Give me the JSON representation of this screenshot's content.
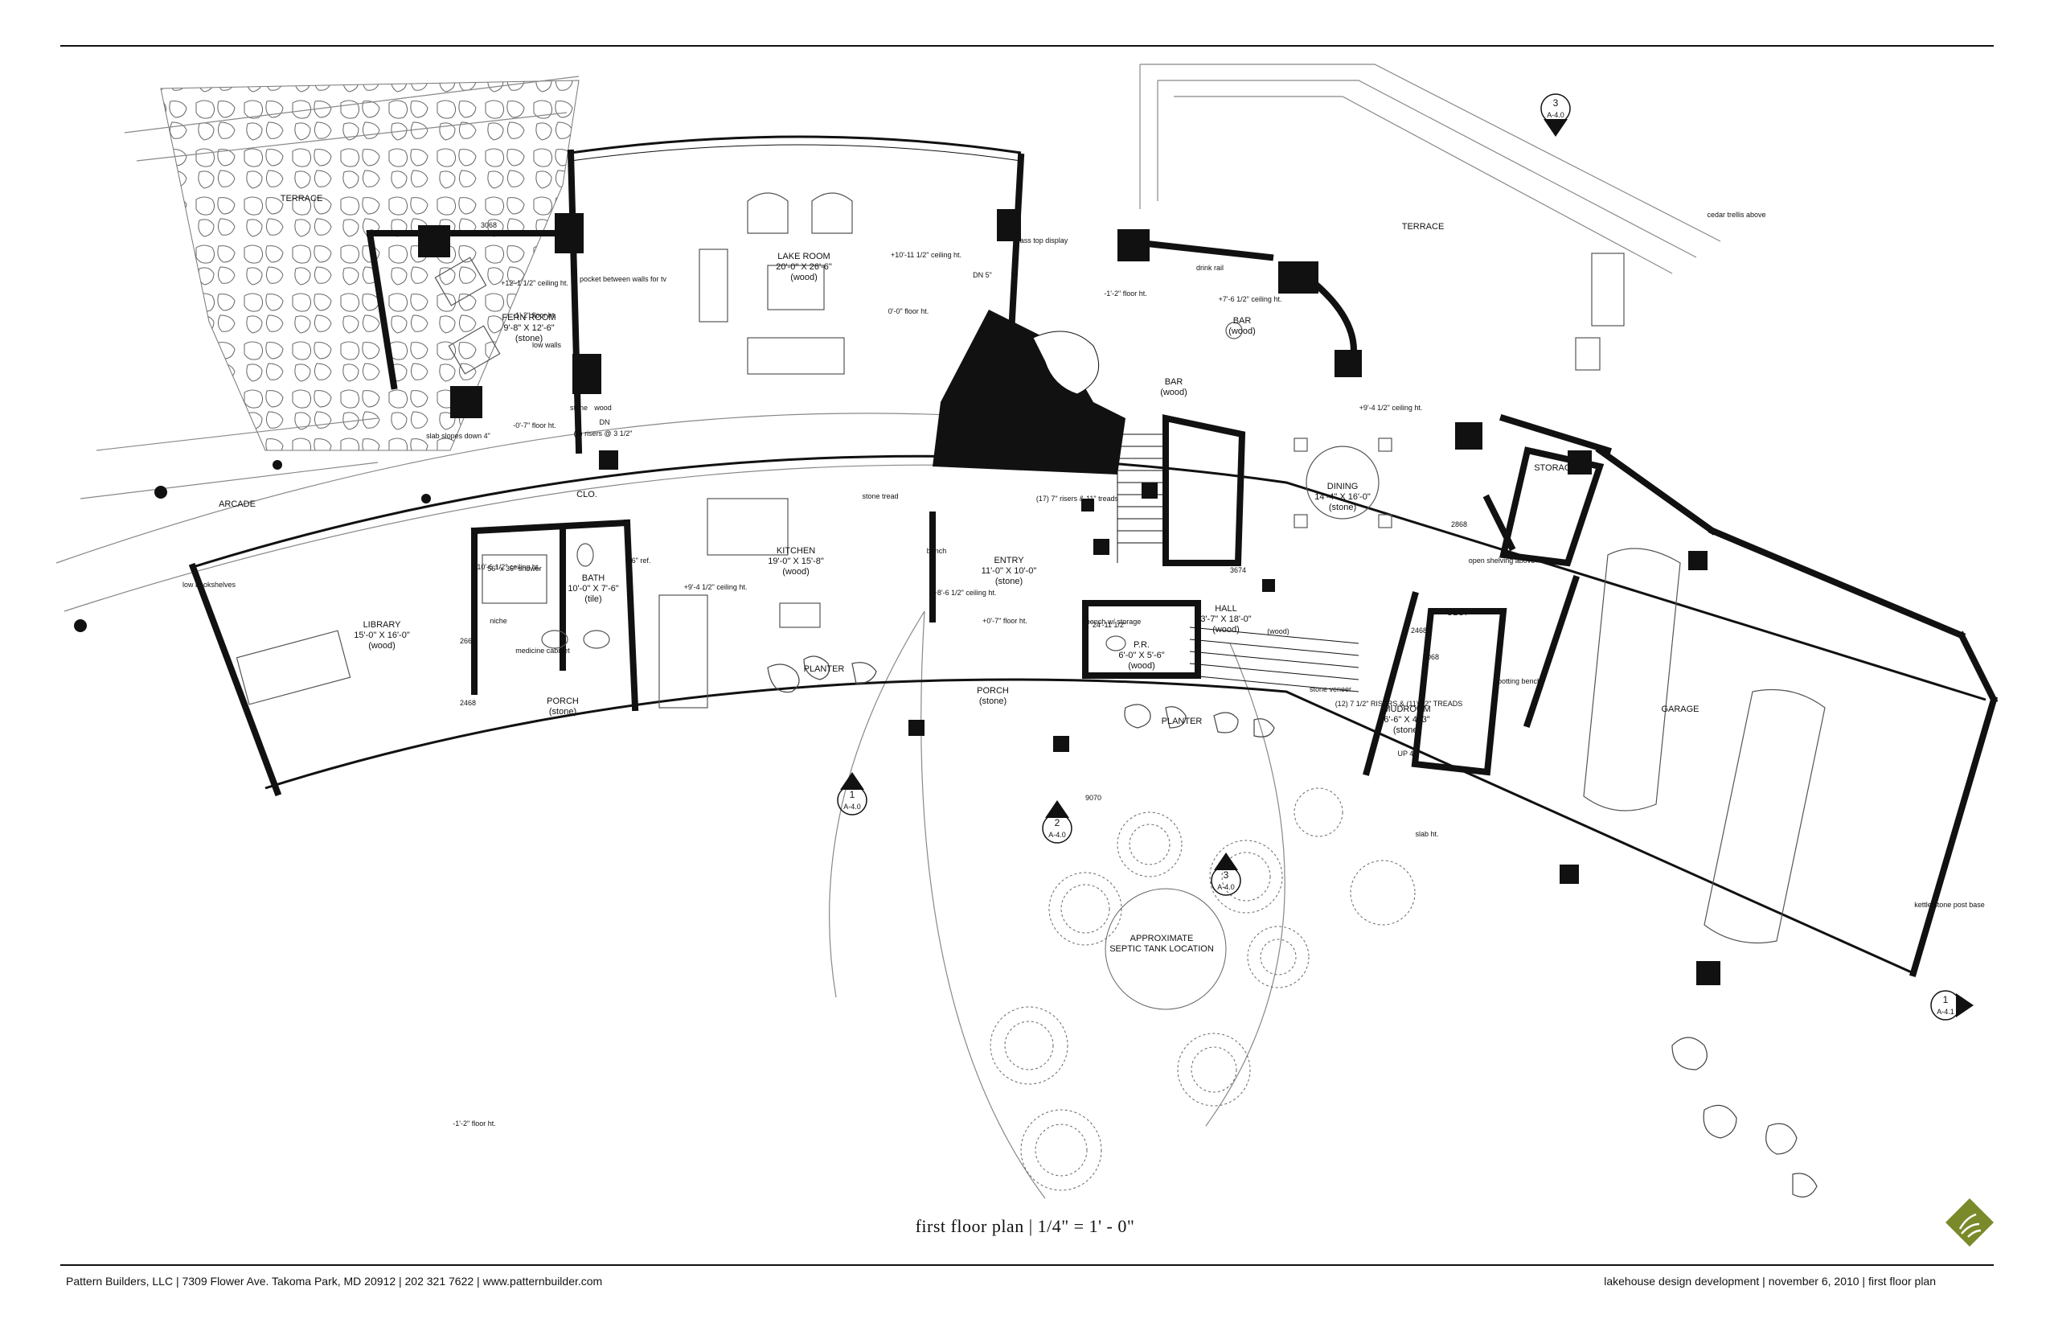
{
  "sheet": {
    "caption": "first floor plan  |  1/4\" = 1' - 0\"",
    "footer_left": "Pattern Builders, LLC  |  7309 Flower Ave. Takoma Park, MD 20912  |  202 321 7622  |  www.patternbuilder.com",
    "footer_right": "lakehouse design development  |  november 6, 2010  |  first floor plan"
  },
  "colors": {
    "ink": "#111111",
    "paper": "#ffffff",
    "logo_green": "#7a8a2a"
  },
  "rooms": [
    {
      "id": "terrace-west",
      "lines": [
        "TERRACE"
      ]
    },
    {
      "id": "fern-room",
      "lines": [
        "FERN ROOM",
        "9'-8\" X 12'-6\"",
        "(stone)"
      ]
    },
    {
      "id": "lake-room",
      "lines": [
        "LAKE ROOM",
        "20'-0\" X 26'-6\"",
        "(wood)"
      ]
    },
    {
      "id": "kitchen",
      "lines": [
        "KITCHEN",
        "19'-0\" X 15'-8\"",
        "(wood)"
      ]
    },
    {
      "id": "entry",
      "lines": [
        "ENTRY",
        "11'-0\" X 10'-0\"",
        "(stone)"
      ]
    },
    {
      "id": "bar",
      "lines": [
        "BAR",
        "(wood)"
      ]
    },
    {
      "id": "bar-lower",
      "lines": [
        "BAR",
        "(wood)"
      ]
    },
    {
      "id": "terrace-east",
      "lines": [
        "TERRACE"
      ]
    },
    {
      "id": "dining",
      "lines": [
        "DINING",
        "14'-4\" X 16'-0\"",
        "(stone)"
      ]
    },
    {
      "id": "storage",
      "lines": [
        "STORAGE"
      ]
    },
    {
      "id": "garage",
      "lines": [
        "GARAGE"
      ]
    },
    {
      "id": "library",
      "lines": [
        "LIBRARY",
        "15'-0\" X 16'-0\"",
        "(wood)"
      ]
    },
    {
      "id": "bath",
      "lines": [
        "BATH",
        "10'-0\" X 7'-6\"",
        "(tile)"
      ]
    },
    {
      "id": "porch-west",
      "lines": [
        "PORCH",
        "(stone)"
      ]
    },
    {
      "id": "porch-main",
      "lines": [
        "PORCH",
        "(stone)"
      ]
    },
    {
      "id": "pr",
      "lines": [
        "P.R.",
        "6'-0\" X 5'-6\"",
        "(wood)"
      ]
    },
    {
      "id": "hall",
      "lines": [
        "HALL",
        "3'-7\" X 18'-0\"",
        "(wood)"
      ]
    },
    {
      "id": "mudroom",
      "lines": [
        "MUDROOM",
        "6'-6\" X 4'-3\"",
        "(stone)"
      ]
    },
    {
      "id": "arcade",
      "lines": [
        "ARCADE"
      ]
    },
    {
      "id": "clo-west",
      "lines": [
        "CLO."
      ]
    },
    {
      "id": "clo-east",
      "lines": [
        "CLO."
      ]
    },
    {
      "id": "planter-west",
      "lines": [
        "PLANTER"
      ]
    },
    {
      "id": "planter-east",
      "lines": [
        "PLANTER"
      ]
    },
    {
      "id": "septic",
      "lines": [
        "APPROXIMATE",
        "SEPTIC TANK LOCATION"
      ]
    }
  ],
  "notes": [
    "3068",
    "+12'-1 1/2\" ceiling ht.",
    "-1'-2\" floor ht.",
    "pocket between walls for tv",
    "low walls",
    "stone",
    "wood",
    "DN",
    "(2) risers @ 3 1/2\"",
    "-0'-7\" floor ht.",
    "slab slopes down 4\"",
    "+10'-11 1/2\" ceiling ht.",
    "0'-0\" floor ht.",
    "DN 5\"",
    "glass top display",
    "drink rail",
    "+7'-6 1/2\" ceiling ht.",
    "-1'-2\" floor ht.",
    "cedar trellis above",
    "+9'-4 1/2\" ceiling ht.",
    "low bookshelves",
    "+10'-6 1/2\" ceiling ht.",
    "56\" x 36\" shower",
    "niche",
    "medicine cabinet",
    "2668",
    "36\" ref.",
    "stone tread",
    "(17) 7\" risers & 11\" treads",
    "+9'-4 1/2\" ceiling ht.",
    "bench",
    "+8'-6 1/2\" ceiling ht.",
    "+0'-7\" floor ht.",
    "3674",
    "(wood)",
    "stone veneer",
    "(12) 7 1/2\" RISERS & (11) 12\" TREADS",
    "UP 4\"",
    "bench w/ storage",
    "2468",
    "2868",
    "open shelving above",
    "potting bench",
    "slab ht.",
    "9070",
    "kettle stone post base",
    "24'-11 1/2\"",
    "2468",
    "3068",
    "-1'-2\" floor ht."
  ],
  "section_markers": [
    {
      "number": "3",
      "sheet": "A-4.0"
    },
    {
      "number": "1",
      "sheet": "A-4.0"
    },
    {
      "number": "2",
      "sheet": "A-4.0"
    },
    {
      "number": "3",
      "sheet": "A-4.0"
    },
    {
      "number": "1",
      "sheet": "A-4.1"
    }
  ]
}
